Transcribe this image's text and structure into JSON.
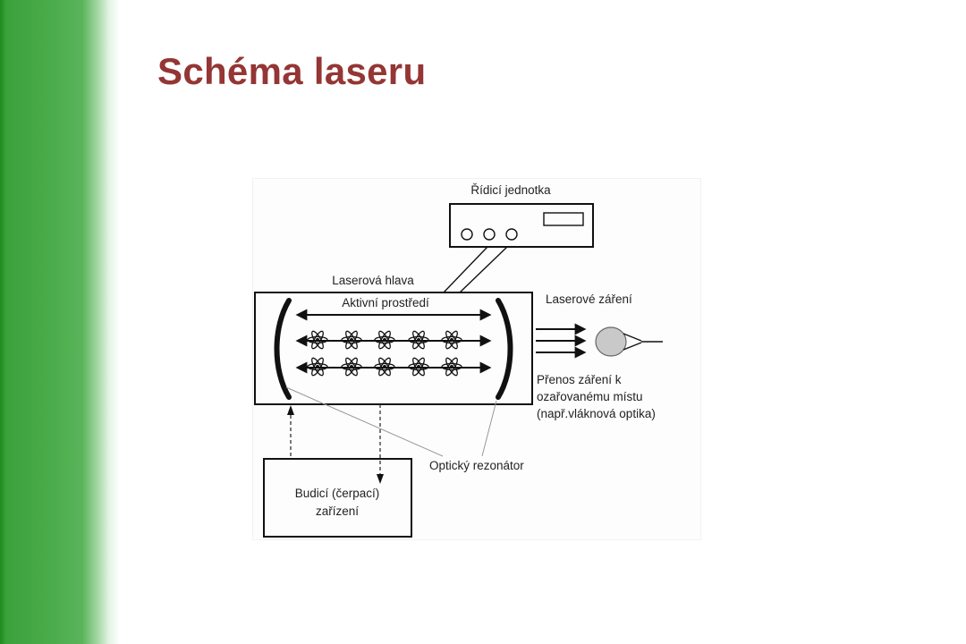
{
  "slide": {
    "title": "Schéma laseru"
  },
  "diagram": {
    "control_unit_label": "Řídicí jednotka",
    "laser_head_label": "Laserová hlava",
    "active_medium_label": "Aktivní prostředí",
    "laser_radiation_label": "Laserové záření",
    "transmission_label": [
      "Přenos záření k",
      "ozařovanému místu",
      "(např.vláknová optika)"
    ],
    "resonator_label": "Optický rezonátor",
    "pump_label": [
      "Budicí (čerpací)",
      "zařízení"
    ]
  },
  "colors": {
    "title_text": "#943634",
    "accent_green": "#44a944",
    "diagram_ink": "#111111"
  }
}
